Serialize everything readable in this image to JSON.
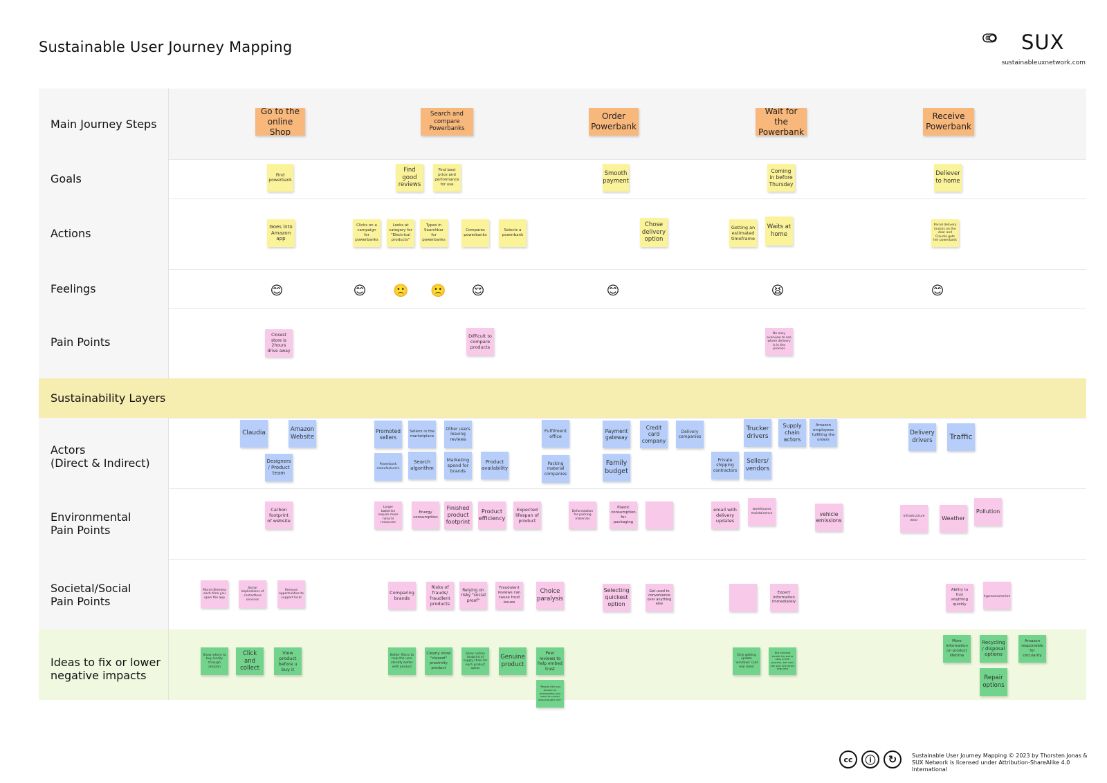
{
  "header": {
    "title": "Sustainable User Journey Mapping",
    "logo_text": "SUX",
    "logo_url": "sustainableuxnetwork.com"
  },
  "rows": {
    "main_steps": "Main Journey Steps",
    "goals": "Goals",
    "actions": "Actions",
    "feelings": "Feelings",
    "pain_points": "Pain Points",
    "layers": "Sustainability Layers",
    "actors": "Actors\n(Direct & Indirect)",
    "env": "Environmental\nPain Points",
    "social": "Societal/Social\nPain Points",
    "ideas": "Ideas to fix or lower\nnegative impacts"
  },
  "steps": {
    "s1": "Go to the online Shop",
    "s2": "Search and compare Powerbanks",
    "s3": "Order Powerbank",
    "s4": "Wait for the Powerbank",
    "s5": "Receive Powerbank"
  },
  "goals": {
    "g1": "Find powerbank",
    "g2": "Find good reviews",
    "g3": "Find best price and performance for use",
    "g4": "Smooth payment",
    "g5": "Coming in before Thursday",
    "g6": "Deliever to home"
  },
  "actions": {
    "a1": "Goes into Amazon app",
    "a2": "Clicks on a campaign for powerbanks",
    "a3": "Looks at category for \"Electrical products\"",
    "a4": "Types in Searchbar for powerbanks",
    "a5": "Compares powerbanks",
    "a6": "Selects a powerbank",
    "a7": "Chose delivery option",
    "a8": "Getting an estimated timeframe",
    "a9": "Waits at home",
    "a10": "Parcel delivery knocks on the door and Claudia gets her powerbank"
  },
  "feelings": {
    "f1": "😊",
    "f2": "😊",
    "f3": "🙁",
    "f4": "🙁",
    "f5": "😌",
    "f6": "😊",
    "f7": "😫",
    "f8": "😊"
  },
  "pain_points": {
    "p1": "Closest store is 2hours drive away",
    "p2": "Difficult to compare products",
    "p3": "No easy overview to see where delivery is in the process"
  },
  "actors": {
    "c1": "Claudia",
    "c2": "Amazon Website",
    "c3": "Designers / Product team",
    "c4": "Promoted sellers",
    "c5": "Sellers in the marketplace",
    "c6": "Other users leaving reviews",
    "c7": "Powerbank manufacturers",
    "c8": "Search algorithm",
    "c9": "Marketing spend for brands",
    "c10": "Product availability",
    "c11": "Fulfilment office",
    "c12": "Packing material companies",
    "c13": "Payment gateway",
    "c14": "Credit card company",
    "c15": "Delivery companies",
    "c16": "Family budget",
    "c17": "Trucker drivers",
    "c18": "Supply chain actors",
    "c19": "Amazon employees fulfilling the orders",
    "c20": "Private shipping contractors",
    "c21": "Sellers/ vendors",
    "c22": "Delivery drivers",
    "c23": "Traffic"
  },
  "env": {
    "e1": "Carbon footprint of website",
    "e2": "Larger batteries require more natural resources",
    "e3": "Energy consumption",
    "e4": "Finished product footprint",
    "e5": "Product efficiency",
    "e6": "Expected lifespan of product",
    "e7": "Deforestation for packing materials",
    "e8": "Plastic consumption for packaging",
    "e9": "",
    "e10": "email with delivery updates",
    "e11": "warehouses maintainence",
    "e12": "vehicle emissions",
    "e13": "Infrastructure wear",
    "e14": "Weather",
    "e15": "Pollution"
  },
  "social": {
    "so1": "Moral dilemma each time you open the app",
    "so2": "Social implications of contactless services",
    "so3": "Remove opportunities to support local",
    "so4": "Comparing brands",
    "so5": "Risks of frauds/ fraudlent products",
    "so6": "Relying on risky \"social proof\"",
    "so7": "Fraudulent reviews can cause trust issues",
    "so8": "Choice paralysis",
    "so9": "Selecting quickest option",
    "so10": "Get used to convenience over anything else",
    "so11": "",
    "so12": "Expect information immediately",
    "so13": "Ability to buy anything quickly",
    "so14": "hyperconsumerism"
  },
  "ideas": {
    "i1": "Show where to buy locally through amazon",
    "i2": "Click and collect",
    "i3": "View product before u buy it",
    "i4": "Better filters to help the user identify better with product",
    "i5": "Clearly show \"closest\" proximity product",
    "i6": "Show carbon footprint of supply chain for each product option",
    "i7": "Genuine product",
    "i8": "Peer reviews to help embed trust",
    "i9": "\"People like you (based on parameters you want to share) also brought this\"",
    "i10": "Only getting update 'windows' (not real time)",
    "i11": "Not sending emails for every step of the process, but user can pull info when required",
    "i12": "More information on product lifetime",
    "i13": "Recycling / disposal options",
    "i14": "Amazon responsible for circularity",
    "i15": "Repair options"
  },
  "footer": {
    "license": "Sustainable User Journey Mapping © 2023 by Thorsten Jonas & SUX Network is licensed under Attribution-ShareAlike 4.0 International",
    "cc1": "cc",
    "cc2": "ⓘ",
    "cc3": "↻"
  },
  "colors": {
    "orange": "#f8b77b",
    "yellow": "#fbf39a",
    "pink": "#f9c9ea",
    "blue": "#b6cef9",
    "green": "#72d48c",
    "layer_band": "#f6edb0",
    "ideas_band": "#f0f8e0"
  }
}
